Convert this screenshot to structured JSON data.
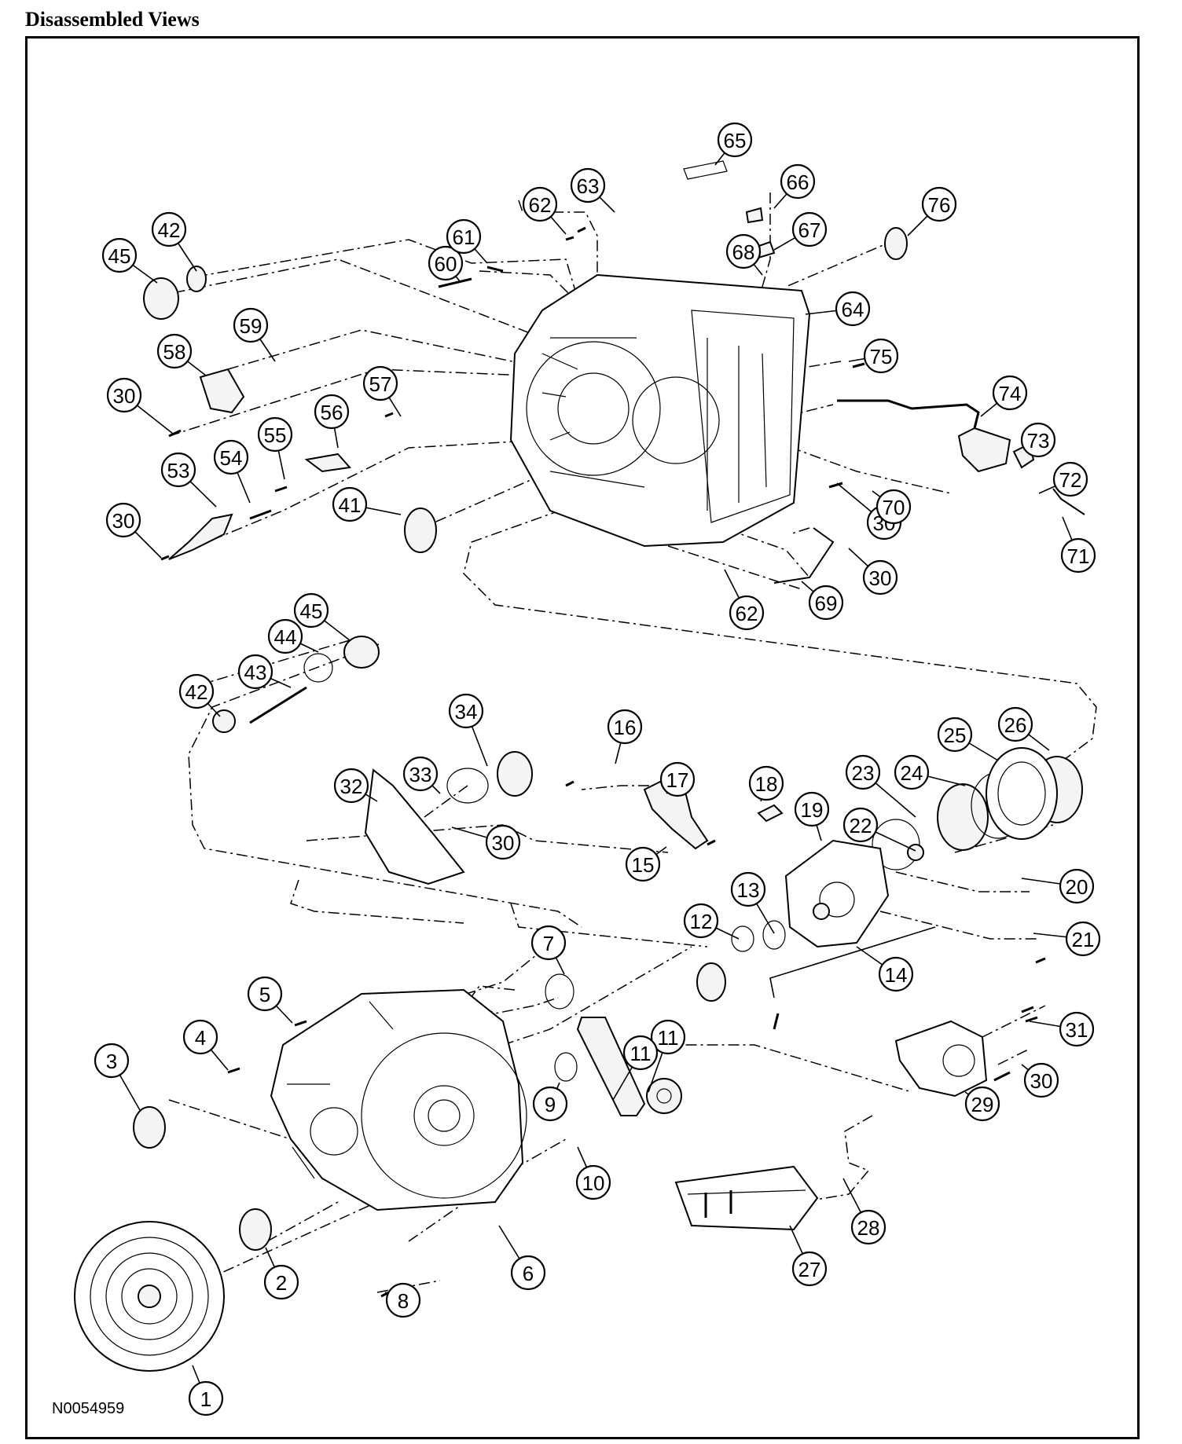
{
  "title": "Disassembled Views",
  "figure_id": "N0054959",
  "callouts": [
    "1",
    "2",
    "3",
    "4",
    "5",
    "6",
    "7",
    "8",
    "9",
    "10",
    "11",
    "11",
    "12",
    "13",
    "14",
    "15",
    "16",
    "17",
    "18",
    "19",
    "20",
    "21",
    "22",
    "23",
    "24",
    "25",
    "26",
    "27",
    "28",
    "29",
    "30",
    "30",
    "30",
    "30",
    "30",
    "30",
    "31",
    "32",
    "33",
    "34",
    "41",
    "42",
    "42",
    "43",
    "44",
    "45",
    "45",
    "53",
    "54",
    "55",
    "56",
    "57",
    "58",
    "59",
    "60",
    "61",
    "62",
    "62",
    "63",
    "64",
    "65",
    "66",
    "67",
    "68",
    "69",
    "70",
    "71",
    "72",
    "73",
    "74",
    "75",
    "76"
  ]
}
